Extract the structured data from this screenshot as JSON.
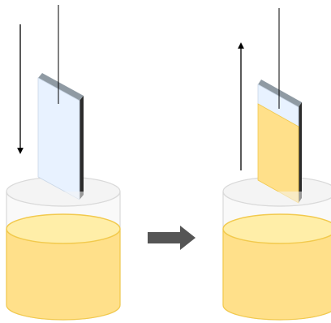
{
  "diagram": {
    "description_text": "",
    "steps": [
      {
        "motion": "down",
        "coating": "none"
      },
      {
        "motion": "up",
        "coating": "full"
      }
    ],
    "process_arrow": "right-arrow",
    "colors": {
      "slide_face": "#e8f2ff",
      "slide_edge": "#2b2b2b",
      "slide_top": "#8f9aa3",
      "liquid": "#ffe08a",
      "liquid_light": "#ffeea8",
      "liquid_border": "#f2c94c",
      "beaker": "#f4f4f4",
      "beaker_border": "#d9d9d9",
      "arrow": "#555555",
      "line": "#000000"
    }
  }
}
